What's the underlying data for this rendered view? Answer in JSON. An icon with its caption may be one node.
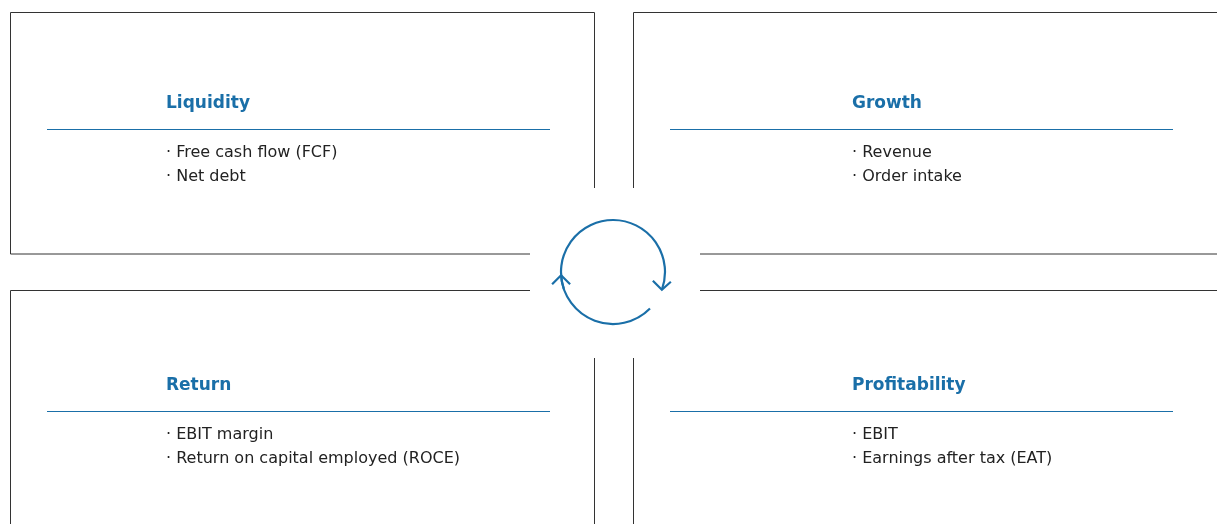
{
  "diagram": {
    "nodes": [
      {
        "text": [
          "Liquidity",
          "· Free cash flow (FCF)",
          "· Net debt"
        ]
      },
      {
        "text": [
          "Growth",
          "· Revenue",
          "· Order intake"
        ]
      },
      {
        "text": [
          "Return",
          "· EBIT margin",
          "· Return on capital employed (ROCE)"
        ]
      },
      {
        "text": [
          "Profitability",
          "· EBIT",
          "· Earnings after tax (EAT)"
        ]
      }
    ]
  }
}
